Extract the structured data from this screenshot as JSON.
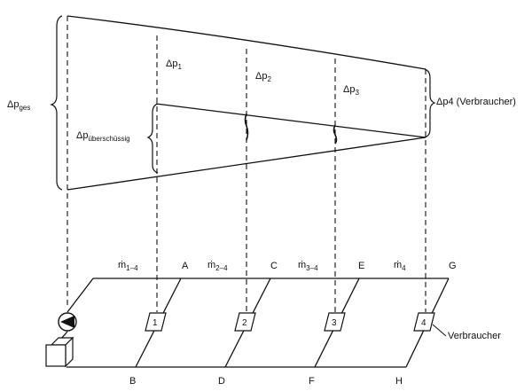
{
  "pressure": {
    "total": {
      "symbol": "Δp",
      "subscript": "ges"
    },
    "excess": {
      "symbol": "Δp",
      "subscript": "überschüssig"
    },
    "drops": [
      {
        "symbol": "Δp",
        "subscript": "1"
      },
      {
        "symbol": "Δp",
        "subscript": "2"
      },
      {
        "symbol": "Δp",
        "subscript": "3"
      }
    ],
    "consumer": "Δp4 (Verbraucher)"
  },
  "network": {
    "flows": [
      {
        "symbol": "ṁ",
        "subscript": "1–4"
      },
      {
        "symbol": "ṁ",
        "subscript": "2–4"
      },
      {
        "symbol": "ṁ",
        "subscript": "3–4"
      },
      {
        "symbol": "ṁ",
        "subscript": "4"
      }
    ],
    "top_points": [
      "A",
      "C",
      "E",
      "G"
    ],
    "bottom_points": [
      "B",
      "D",
      "F",
      "H"
    ],
    "consumers": [
      "1",
      "2",
      "3",
      "4"
    ],
    "consumer_label": "Verbraucher"
  }
}
